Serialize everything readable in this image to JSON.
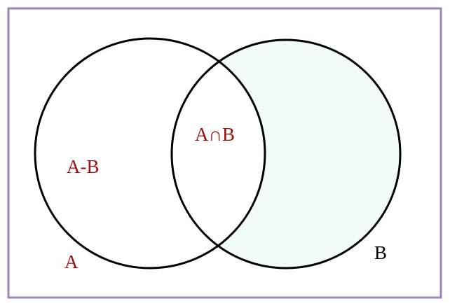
{
  "diagram": {
    "labels": {
      "a_minus_b": "A-B",
      "a_intersect_b": "A∩B",
      "set_a": "A",
      "set_b": "B"
    },
    "colors": {
      "frame": "#9b86b8",
      "circle_stroke": "#000000",
      "label_red": "#a01010",
      "label_black": "#000000",
      "b_only_fill": "#f1fbf7",
      "background": "#ffffff"
    }
  }
}
